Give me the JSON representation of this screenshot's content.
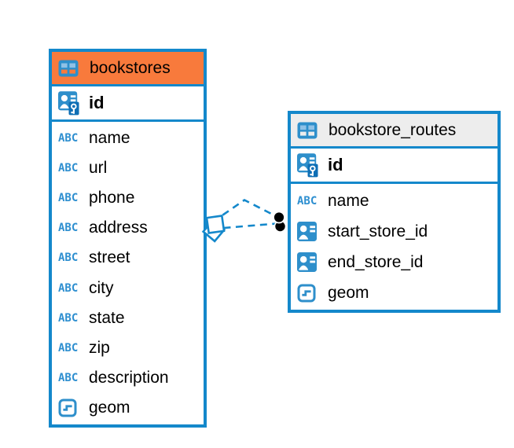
{
  "colors": {
    "accent_blue": "#1488CB",
    "icon_blue": "#2E8FCB",
    "icon_blue_light": "#8FC1E6",
    "icon_blue_dark": "#0F6FB5",
    "bookstores_header_bg": "#F87A3C",
    "routes_header_bg": "#EDEDED",
    "relation_dot": "#000000",
    "canvas_bg": "#FFFFFF"
  },
  "icon_text_label": "ABC",
  "tables": [
    {
      "title": "bookstores",
      "primary_key": {
        "name": "id",
        "type": "primary-key"
      },
      "columns": [
        {
          "name": "name",
          "type": "text"
        },
        {
          "name": "url",
          "type": "text"
        },
        {
          "name": "phone",
          "type": "text"
        },
        {
          "name": "address",
          "type": "text"
        },
        {
          "name": "street",
          "type": "text"
        },
        {
          "name": "city",
          "type": "text"
        },
        {
          "name": "state",
          "type": "text"
        },
        {
          "name": "zip",
          "type": "text"
        },
        {
          "name": "description",
          "type": "text"
        },
        {
          "name": "geom",
          "type": "geometry"
        }
      ]
    },
    {
      "title": "bookstore_routes",
      "primary_key": {
        "name": "id",
        "type": "primary-key"
      },
      "columns": [
        {
          "name": "name",
          "type": "text"
        },
        {
          "name": "start_store_id",
          "type": "foreign-key"
        },
        {
          "name": "end_store_id",
          "type": "foreign-key"
        },
        {
          "name": "geom",
          "type": "geometry"
        }
      ]
    }
  ],
  "relationships": [
    {
      "from_table": "bookstore_routes",
      "from_column": "start_store_id",
      "to_table": "bookstores",
      "style": "dashed"
    },
    {
      "from_table": "bookstore_routes",
      "from_column": "end_store_id",
      "to_table": "bookstores",
      "style": "dashed"
    }
  ]
}
